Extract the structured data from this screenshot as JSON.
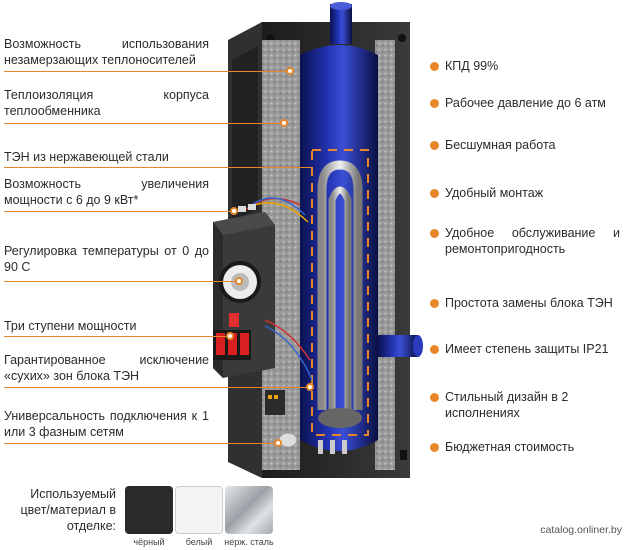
{
  "left_features": [
    "Возможность использования незамерзающих теплоносителей",
    "Теплоизоляция корпуса теплообменника",
    "ТЭН из нержавеющей стали",
    "Возможность увеличения мощности с 6 до 9 кВт*",
    "Регулировка температуры от 0 до 90 С",
    "Три ступени мощности",
    "Гарантированное исключение «сухих» зон блока ТЭН",
    "Универсальность подключения к 1 или 3 фазным сетям"
  ],
  "right_features": [
    "КПД 99%",
    "Рабочее давление до 6 атм",
    "Бесшумная работа",
    "Удобный монтаж",
    "Удобное обслуживание и ремонтопригодность",
    "Простота замены блока ТЭН",
    "Имеет степень защиты IP21",
    "Стильный дизайн в 2 исполнениях",
    "Бюджетная стоимость"
  ],
  "legend": {
    "title": "Используемый цвет/материал в отделке:",
    "swatches": [
      {
        "label": "чёрный",
        "color": "#2a2a2a"
      },
      {
        "label": "белый",
        "color": "#f4f4f4"
      },
      {
        "label": "нерж. сталь",
        "color": "#b9bec4"
      }
    ]
  },
  "watermark": "catalog.onliner.by",
  "colors": {
    "accent": "#e8872a",
    "tank": "#1b2a8c",
    "panel": "#2a2a2a"
  }
}
